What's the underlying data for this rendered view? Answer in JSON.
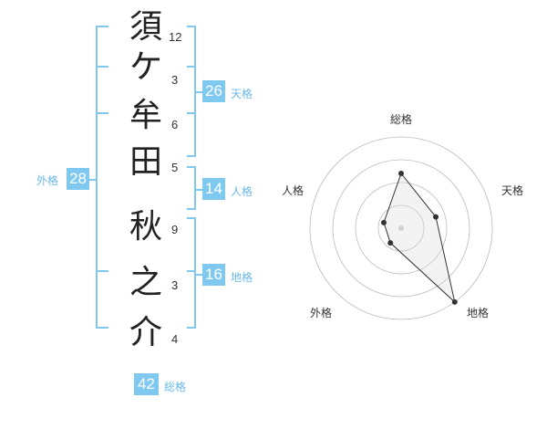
{
  "name": {
    "chars": [
      "須",
      "ケ",
      "牟",
      "田",
      "秋",
      "之",
      "介"
    ],
    "strokes": [
      "12",
      "3",
      "6",
      "5",
      "9",
      "3",
      "4"
    ]
  },
  "kaku": {
    "tenkaku": {
      "value": "26",
      "label": "天格"
    },
    "jinkaku": {
      "value": "14",
      "label": "人格"
    },
    "chikaku": {
      "value": "16",
      "label": "地格"
    },
    "gaikaku": {
      "value": "28",
      "label": "外格"
    },
    "soukaku": {
      "value": "42",
      "label": "総格"
    }
  },
  "chart_data": {
    "type": "radar",
    "axes": [
      "総格",
      "天格",
      "地格",
      "外格",
      "人格"
    ],
    "values": [
      3,
      2,
      5,
      1,
      1
    ],
    "max": 5,
    "rings": 4,
    "colors": {
      "line": "#333333",
      "fill": "#dddddd",
      "grid": "#bbbbbb",
      "accent": "#7fc9f1"
    }
  }
}
